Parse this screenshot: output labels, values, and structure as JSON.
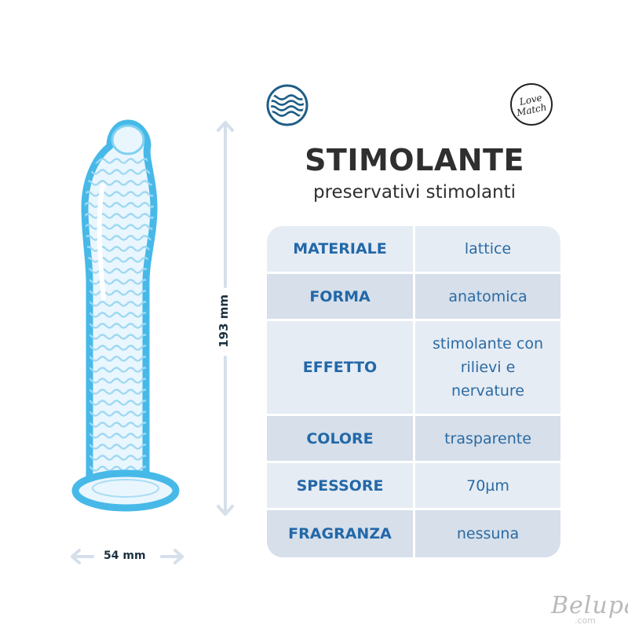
{
  "product": {
    "title": "STIMOLANTE",
    "subtitle": "preservativi stimolanti"
  },
  "dimensions": {
    "width": "54 mm",
    "length": "193 mm"
  },
  "specs": [
    {
      "label": "MATERIALE",
      "value": "lattice"
    },
    {
      "label": "FORMA",
      "value": "anatomica"
    },
    {
      "label": "EFFETTO",
      "value": "stimolante con rilievi e nervature"
    },
    {
      "label": "COLORE",
      "value": "trasparente"
    },
    {
      "label": "SPESSORE",
      "value": "70µm"
    },
    {
      "label": "FRAGRANZA",
      "value": "nessuna"
    }
  ],
  "logos": {
    "brand_left": "wave-texture-icon",
    "brand_right": {
      "line1": "Love",
      "line2": "Match"
    }
  },
  "watermark": {
    "name": "Belupa",
    "domain": ".com"
  },
  "colors": {
    "accent_blue": "#47b9e8",
    "title_dark": "#2f2f2f",
    "table_text": "#2368a8",
    "row_light": "#e6ecf4",
    "row_dark": "#d6dfea"
  }
}
